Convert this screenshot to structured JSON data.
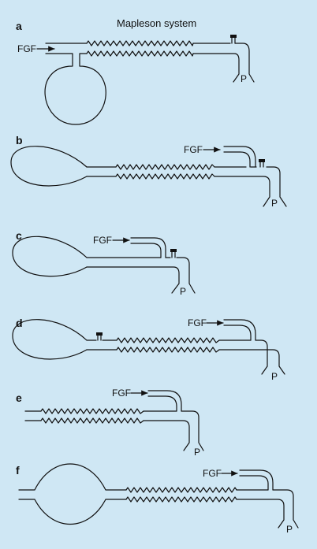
{
  "title": "Mapleson system",
  "gas_label": "FGF",
  "patient_label": "P",
  "panels": [
    {
      "id": "a"
    },
    {
      "id": "b"
    },
    {
      "id": "c"
    },
    {
      "id": "d"
    },
    {
      "id": "e"
    },
    {
      "id": "f"
    }
  ]
}
